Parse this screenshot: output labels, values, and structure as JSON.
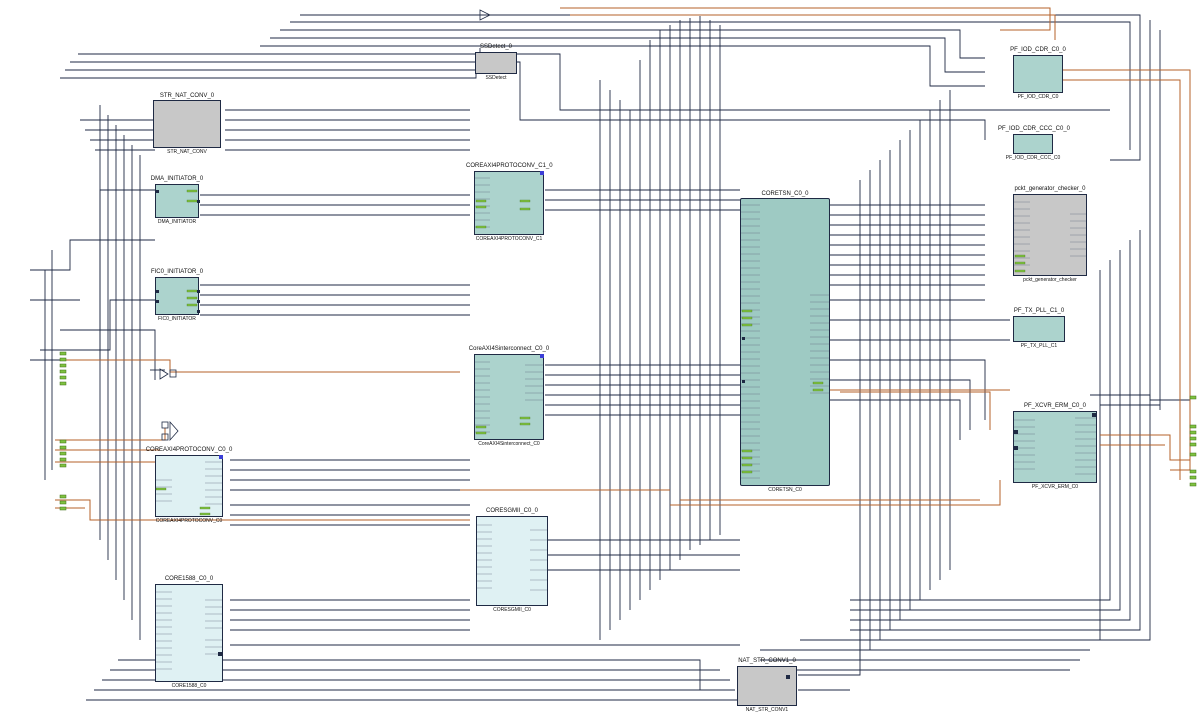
{
  "blocks": {
    "ssdetect": {
      "title": "SSDetect_0",
      "subtitle": "SSDetect"
    },
    "str_nat": {
      "title": "STR_NAT_CONV_0",
      "subtitle": "STR_NAT_CONV"
    },
    "dma": {
      "title": "DMA_INITIATOR_0",
      "subtitle": "DMA_INITIATOR"
    },
    "fic0": {
      "title": "FIC0_INITIATOR_0",
      "subtitle": "FIC0_INITIATOR"
    },
    "c1": {
      "title": "COREAXI4PROTOCONV_C1_0",
      "subtitle": "COREAXI4PROTOCONV_C1"
    },
    "interconnect": {
      "title": "CoreAXI4Sinterconnect_C0_0",
      "subtitle": "CoreAXI4Sinterconnect_C0"
    },
    "c0": {
      "title": "COREAXI4PROTOCONV_C0_0",
      "subtitle": "COREAXI4PROTOCONV_C0"
    },
    "coresgmii": {
      "title": "CORESGMII_C0_0",
      "subtitle": "CORESGMII_C0"
    },
    "core1588": {
      "title": "CORE1588_C0_0",
      "subtitle": "CORE1588_C0"
    },
    "coretsn": {
      "title": "CORETSN_C0_0",
      "subtitle": "CORETSN_C0"
    },
    "iod_cdr": {
      "title": "PF_IOD_CDR_C0_0",
      "subtitle": "PF_IOD_CDR_C0"
    },
    "iod_ccc": {
      "title": "PF_IOD_CDR_CCC_C0_0",
      "subtitle": "PF_IOD_CDR_CCC_C0"
    },
    "pckt": {
      "title": "pckt_generator_checker_0",
      "subtitle": "pckt_generator_checker"
    },
    "txpll": {
      "title": "PF_TX_PLL_C1_0",
      "subtitle": "PF_TX_PLL_C1"
    },
    "xcvr": {
      "title": "PF_XCVR_ERM_C0_0",
      "subtitle": "PF_XCVR_ERM_C0"
    },
    "nat_str": {
      "title": "NAT_STR_CONV1_0",
      "subtitle": "NAT_STR_CONV1"
    }
  },
  "colors": {
    "wire": "#1f2a44",
    "wire_accent": "#b4612a",
    "teal_block": "#acd3cd",
    "light_block": "#dff1f3",
    "gray_block": "#c8c8c8",
    "port_tag": "#7fc241"
  }
}
